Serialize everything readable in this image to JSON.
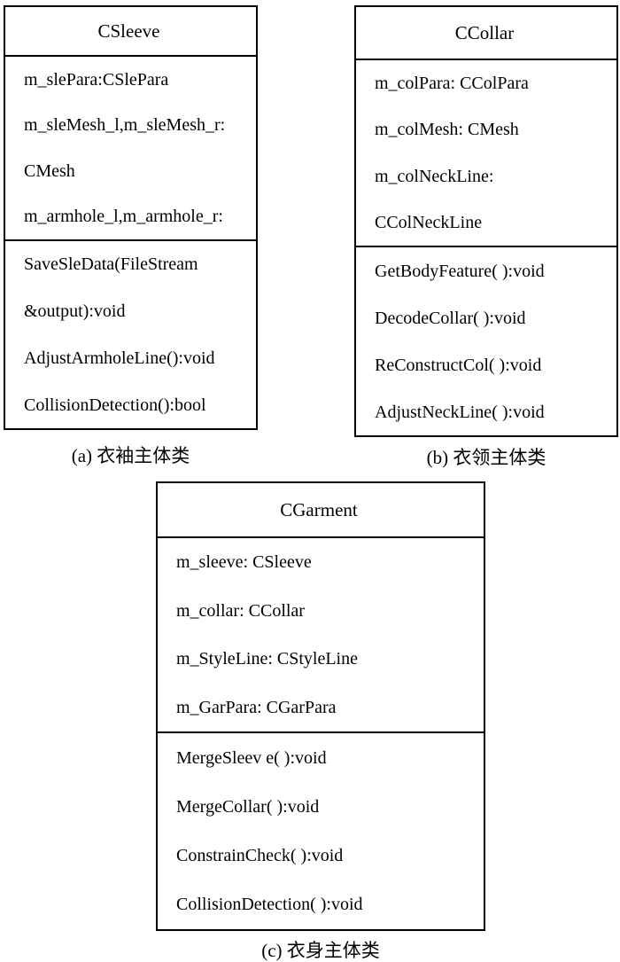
{
  "diagram": {
    "type": "uml-class-diagram",
    "colors": {
      "border": "#000000",
      "background": "#ffffff",
      "text": "#000000"
    },
    "classes": [
      {
        "name": "CSleeve",
        "attributes": [
          "m_slePara:CSlePara",
          "m_sleMesh_l,m_sleMesh_r:",
          "CMesh",
          "m_armhole_l,m_armhole_r:"
        ],
        "methods": [
          "SaveSleData(FileStream",
          "&output):void",
          "AdjustArmholeLine():void",
          "CollisionDetection():bool"
        ],
        "caption": "(a) 衣袖主体类"
      },
      {
        "name": "CCollar",
        "attributes": [
          "m_colPara: CColPara",
          "m_colMesh: CMesh",
          "m_colNeckLine:",
          "CColNeckLine"
        ],
        "methods": [
          "GetBodyFeature( ):void",
          "DecodeCollar( ):void",
          "ReConstructCol( ):void",
          "AdjustNeckLine( ):void"
        ],
        "caption": "(b) 衣领主体类"
      },
      {
        "name": "CGarment",
        "attributes": [
          "m_sleeve: CSleeve",
          "m_collar: CCollar",
          "m_StyleLine: CStyleLine",
          "m_GarPara: CGarPara"
        ],
        "methods": [
          "MergeSleev e( ):void",
          "MergeCollar( ):void",
          "ConstrainCheck( ):void",
          "CollisionDetection( ):void"
        ],
        "caption": "(c) 衣身主体类"
      }
    ]
  }
}
